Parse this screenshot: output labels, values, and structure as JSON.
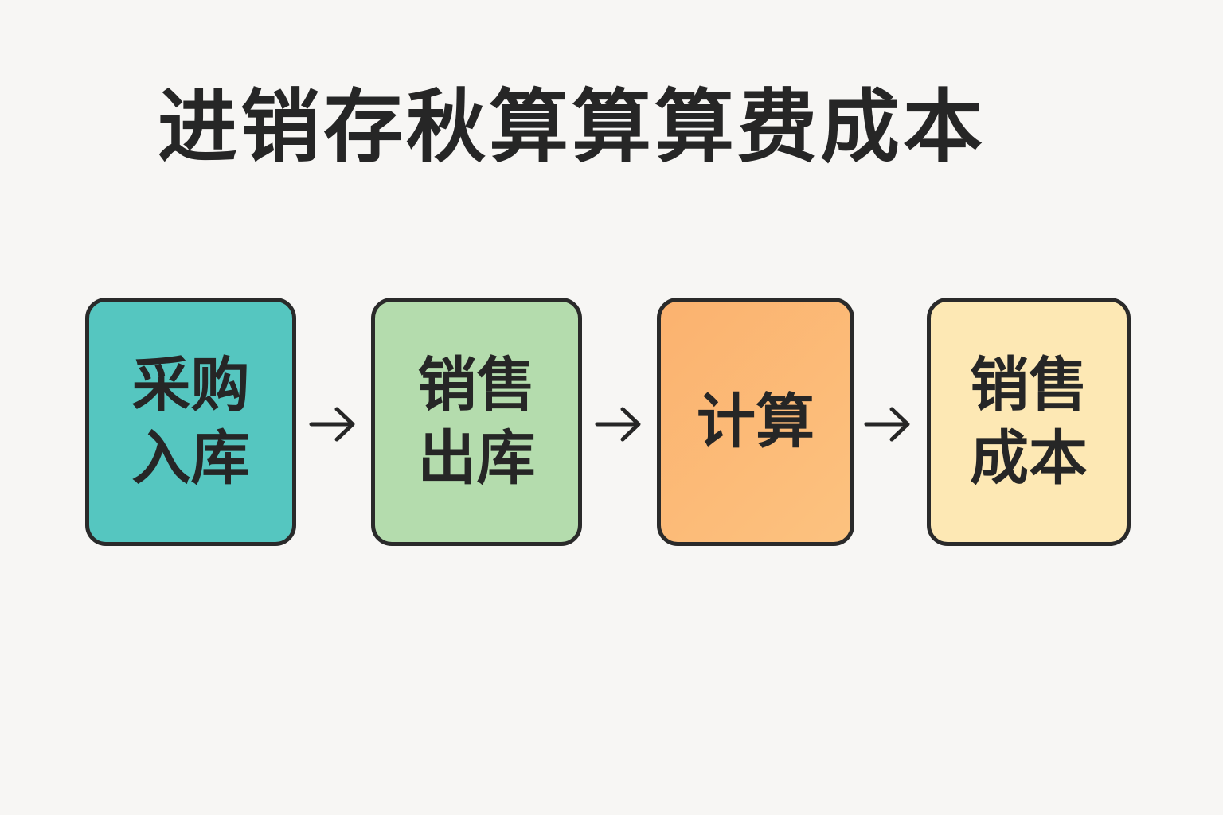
{
  "title": "进销存秋算算算费成本",
  "steps": [
    {
      "label": "采购入库",
      "color": "#55c6c0"
    },
    {
      "label": "销售出库",
      "color": "#b4dcad"
    },
    {
      "label": "计算",
      "color": "#fbb977"
    },
    {
      "label": "销售成本",
      "color": "#fde8b4"
    }
  ],
  "arrow_icon": "right-arrow"
}
